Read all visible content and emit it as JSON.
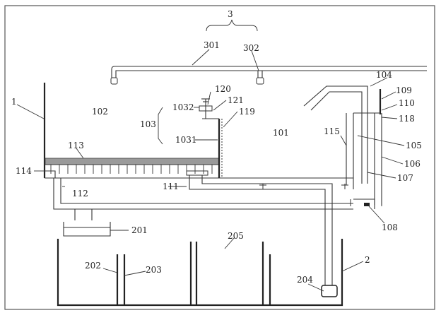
{
  "labels": {
    "l1": "1",
    "l2": "2",
    "l3": "3",
    "l101": "101",
    "l102": "102",
    "l103": "103",
    "l104": "104",
    "l105": "105",
    "l106": "106",
    "l107": "107",
    "l108": "108",
    "l109": "109",
    "l110": "110",
    "l111": "111",
    "l112": "112",
    "l113": "113",
    "l114": "114",
    "l115": "115",
    "l118": "118",
    "l119": "119",
    "l120": "120",
    "l121": "121",
    "l201": "201",
    "l202": "202",
    "l203": "203",
    "l204": "204",
    "l205": "205",
    "l301": "301",
    "l302": "302",
    "l1031": "1031",
    "l1032": "1032"
  }
}
